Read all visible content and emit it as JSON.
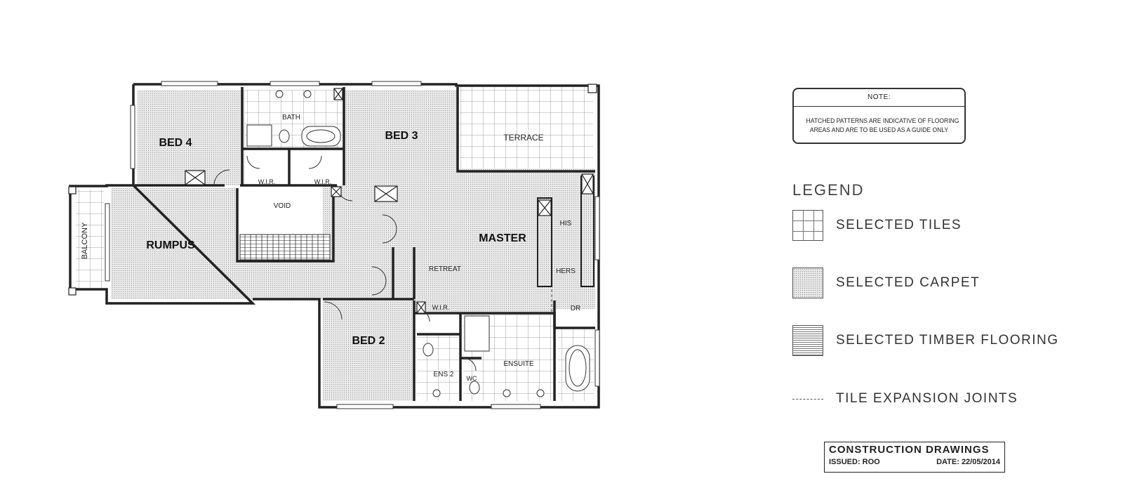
{
  "rooms": {
    "bed4": "BED 4",
    "bed3": "BED 3",
    "bath": "BATH",
    "terrace": "TERRACE",
    "wir1": "W.I.R.",
    "wir2": "W.I.R.",
    "void": "VOID",
    "rumpus": "RUMPUS",
    "balcony": "BALCONY",
    "master": "MASTER",
    "his": "HIS",
    "hers": "HERS",
    "dr": "DR",
    "retreat": "RETREAT",
    "wir3": "W.I.R.",
    "bed2": "BED 2",
    "ens2": "ENS 2",
    "wc": "WC",
    "ensuite": "ENSUITE"
  },
  "note": {
    "title": "NOTE:",
    "line1": "HATCHED PATTERNS ARE INDICATIVE OF FLOORING",
    "line2": "AREAS AND ARE TO BE USED AS A GUIDE ONLY"
  },
  "legend": {
    "title": "LEGEND",
    "items": [
      {
        "label": "SELECTED TILES",
        "pattern": "tiles"
      },
      {
        "label": "SELECTED CARPET",
        "pattern": "carpet"
      },
      {
        "label": "SELECTED TIMBER FLOORING",
        "pattern": "timber"
      },
      {
        "label": "TILE EXPANSION JOINTS",
        "pattern": "dashed-line"
      }
    ]
  },
  "title_block": {
    "title": "CONSTRUCTION DRAWINGS",
    "issued": "ISSUED: ROO",
    "date": "DATE: 22/05/2014"
  }
}
